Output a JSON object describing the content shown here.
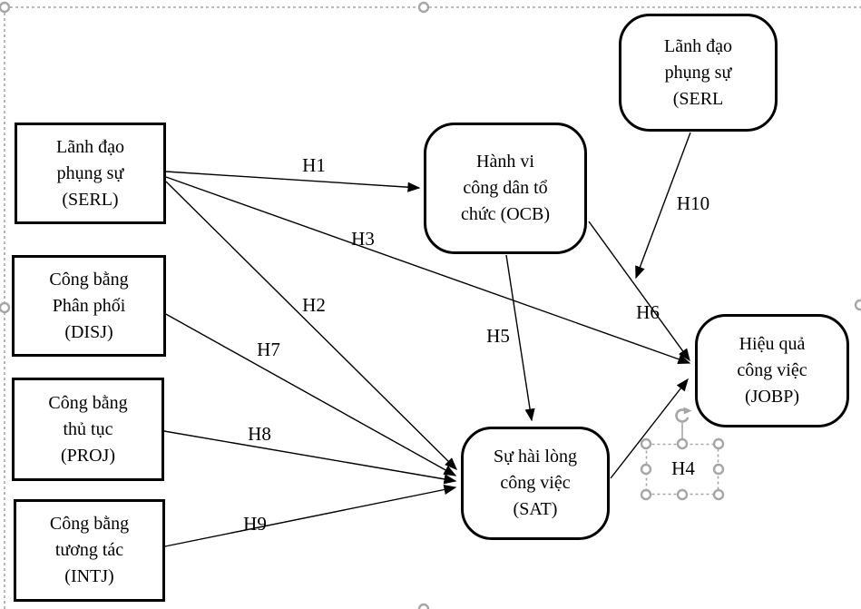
{
  "diagram": {
    "title": "Research model path diagram (served leadership / justice model)",
    "nodes": [
      {
        "id": "serl",
        "shape": "rectangle",
        "label": "Lãnh đạo\nphụng sự\n(SERL)"
      },
      {
        "id": "disj",
        "shape": "rectangle",
        "label": "Công bằng\nPhân phối\n(DISJ)"
      },
      {
        "id": "proj",
        "shape": "rectangle",
        "label": "Công bằng\nthủ tục\n(PROJ)"
      },
      {
        "id": "intj",
        "shape": "rectangle",
        "label": "Công bằng\ntương tác\n(INTJ)"
      },
      {
        "id": "serl2",
        "shape": "rounded",
        "label": "Lãnh đạo\nphụng sự\n(SERL"
      },
      {
        "id": "ocb",
        "shape": "rounded",
        "label": "Hành vi\ncông dân tổ\nchức (OCB)"
      },
      {
        "id": "sat",
        "shape": "rounded",
        "label": "Sự hài lòng\ncông việc\n(SAT)"
      },
      {
        "id": "jobp",
        "shape": "rounded",
        "label": "Hiệu quả\ncông việc\n(JOBP)"
      }
    ],
    "edges": [
      {
        "label": "H1",
        "from": "SERL",
        "to": "OCB"
      },
      {
        "label": "H2",
        "from": "SERL",
        "to": "SAT"
      },
      {
        "label": "H3",
        "from": "SERL",
        "to": "JOBP"
      },
      {
        "label": "H4",
        "from": "SAT",
        "to": "JOBP"
      },
      {
        "label": "H5",
        "from": "OCB",
        "to": "SAT"
      },
      {
        "label": "H6",
        "from": "OCB",
        "to": "JOBP"
      },
      {
        "label": "H7",
        "from": "DISJ",
        "to": "SAT"
      },
      {
        "label": "H8",
        "from": "PROJ",
        "to": "SAT"
      },
      {
        "label": "H9",
        "from": "INTJ",
        "to": "SAT"
      },
      {
        "label": "H10",
        "from": "SERL (top box)",
        "to": "OCB→JOBP link (moderation)"
      }
    ],
    "selection": {
      "selected_textbox_label": "H4",
      "handle_color": "#a6a6a6",
      "handle_fill": "#ffffff"
    },
    "colors": {
      "background": "#ffffff",
      "shape_border": "#000000",
      "arrow": "#000000",
      "text": "#000000",
      "selection_gray": "#a6a6a6"
    }
  }
}
